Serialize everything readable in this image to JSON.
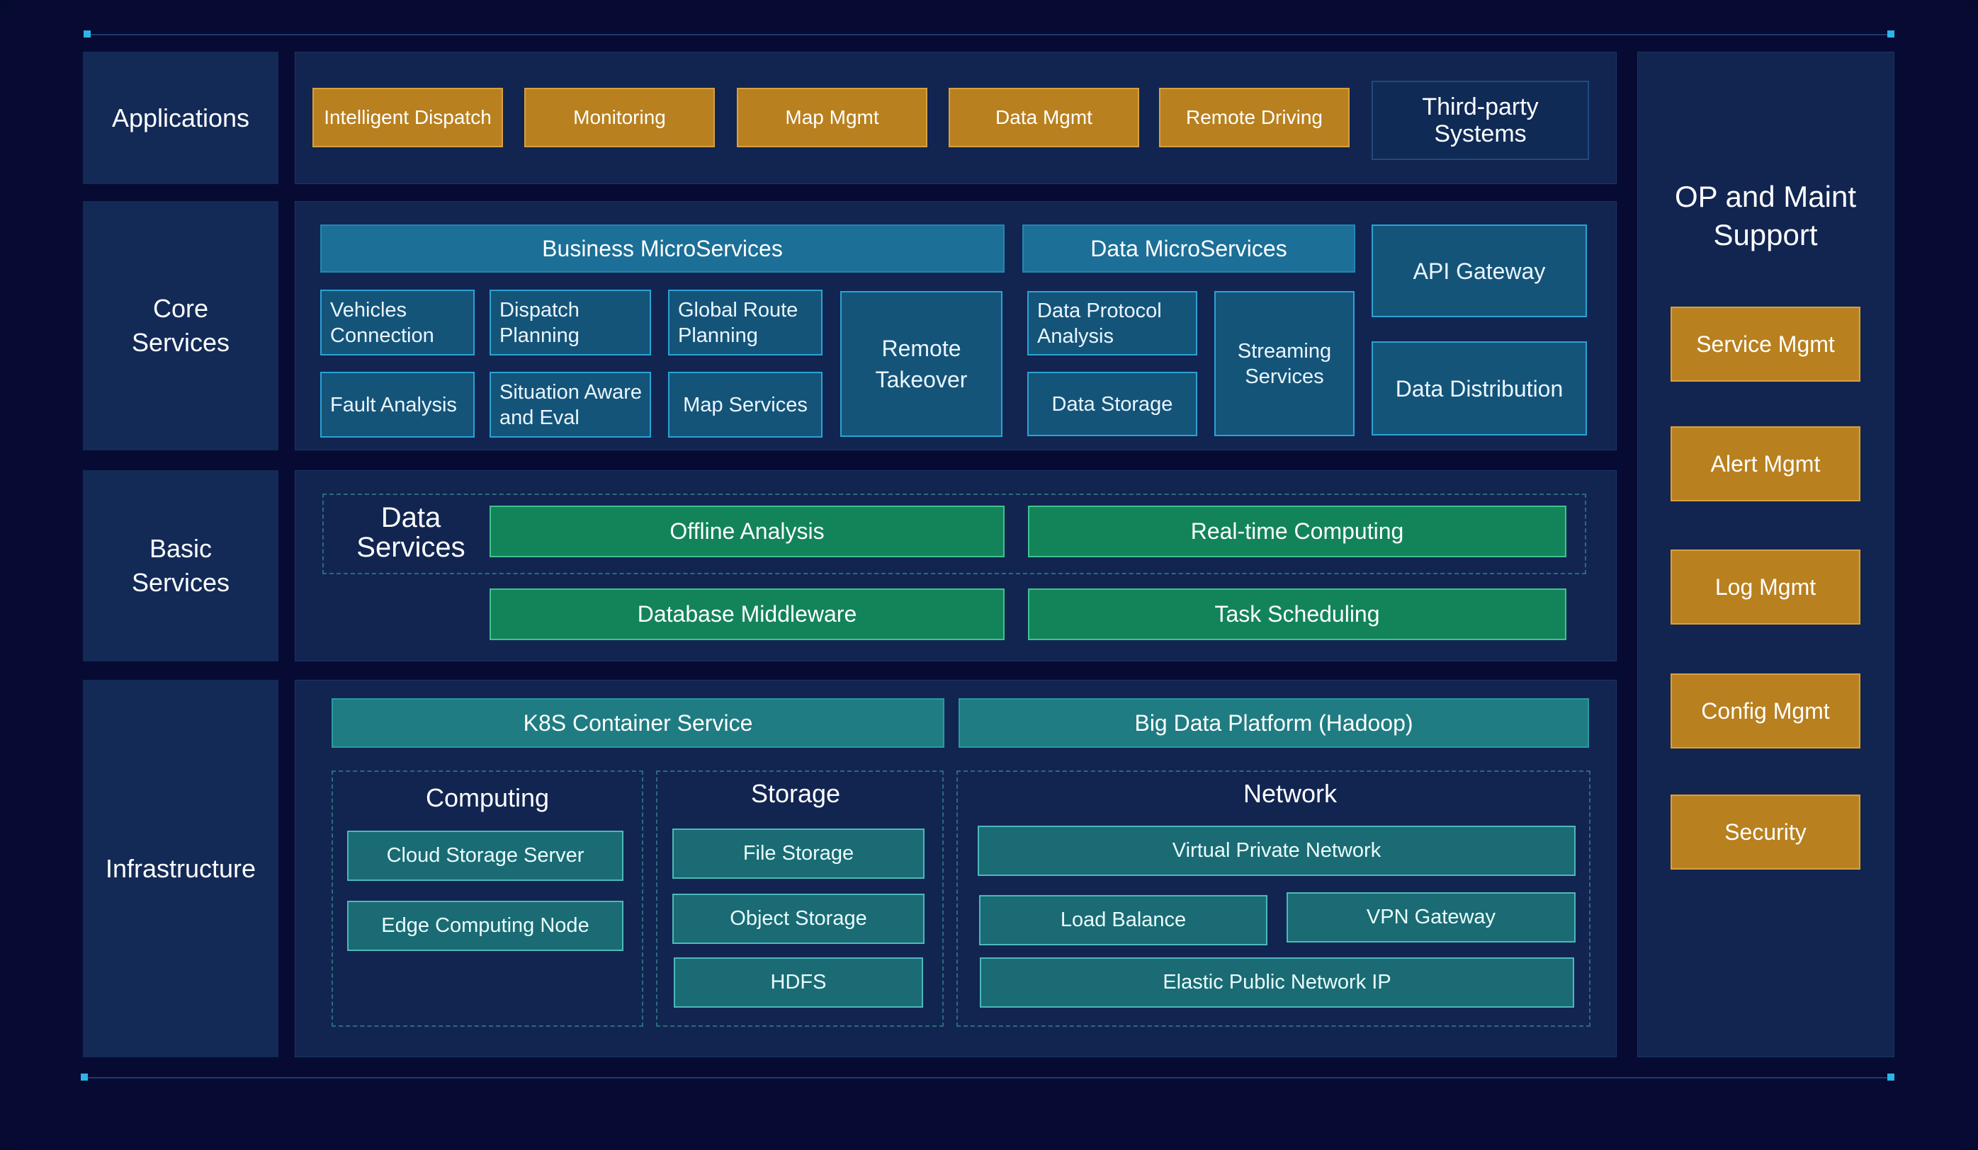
{
  "rows": {
    "applications": "Applications",
    "core_services": "Core Services",
    "basic_services": "Basic Services",
    "infrastructure": "Infrastructure"
  },
  "applications": {
    "items": [
      "Intelligent Dispatch",
      "Monitoring",
      "Map Mgmt",
      "Data Mgmt",
      "Remote Driving"
    ],
    "third_party": "Third-party Systems"
  },
  "core": {
    "business_header": "Business MicroServices",
    "data_header": "Data MicroServices",
    "api_gateway": "API Gateway",
    "data_distribution": "Data Distribution",
    "vehicles_connection": "Vehicles Connection",
    "dispatch_planning": "Dispatch Planning",
    "global_route_planning": "Global Route Planning",
    "remote_takeover": "Remote Takeover",
    "fault_analysis": "Fault Analysis",
    "situation_aware": "Situation Aware and Eval",
    "map_services": "Map Services",
    "data_protocol_analysis": "Data Protocol Analysis",
    "data_storage": "Data Storage",
    "streaming_services": "Streaming Services"
  },
  "basic": {
    "data_services_title": "Data Services",
    "offline_analysis": "Offline Analysis",
    "realtime_computing": "Real-time Computing",
    "database_middleware": "Database Middleware",
    "task_scheduling": "Task Scheduling"
  },
  "infra": {
    "k8s": "K8S Container Service",
    "bigdata": "Big Data Platform (Hadoop)",
    "computing_title": "Computing",
    "cloud_storage_server": "Cloud Storage Server",
    "edge_computing_node": "Edge Computing Node",
    "storage_title": "Storage",
    "file_storage": "File Storage",
    "object_storage": "Object Storage",
    "hdfs": "HDFS",
    "network_title": "Network",
    "vpn": "Virtual Private Network",
    "load_balance": "Load Balance",
    "vpn_gateway": "VPN Gateway",
    "elastic_ip": "Elastic Public Network IP"
  },
  "op": {
    "title": "OP and Maint Support",
    "items": [
      "Service Mgmt",
      "Alert Mgmt",
      "Log Mgmt",
      "Config Mgmt",
      "Security"
    ]
  }
}
